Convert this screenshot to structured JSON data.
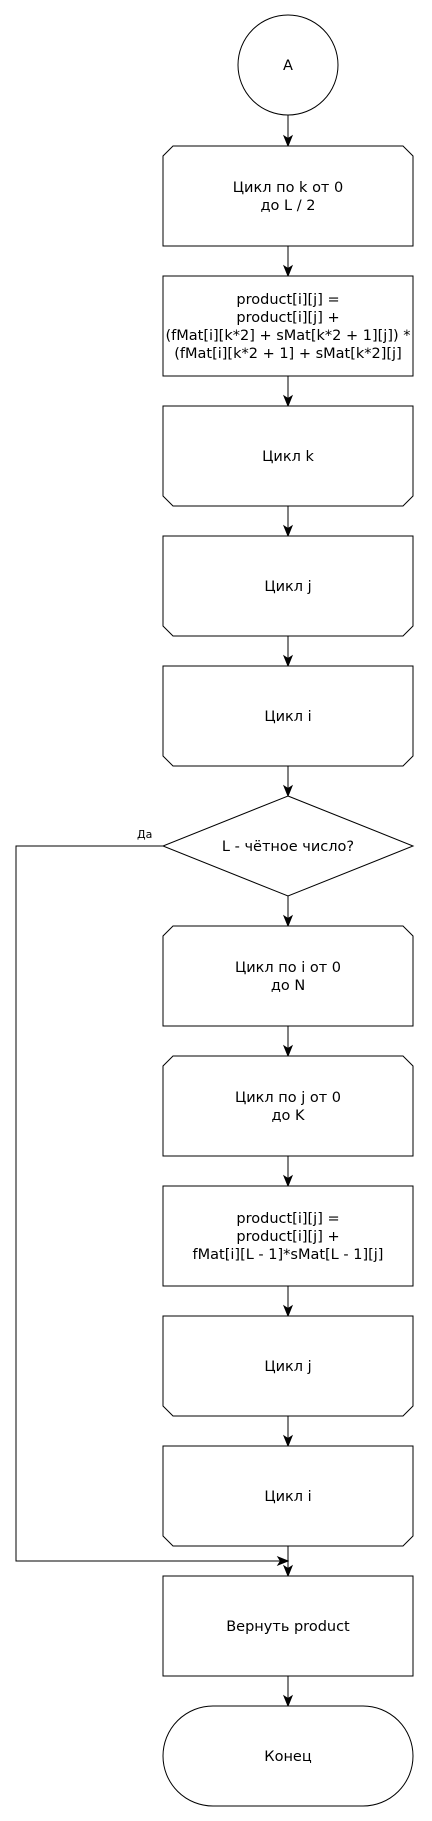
{
  "nodes": [
    {
      "id": "start",
      "type": "connector",
      "lines": [
        "A"
      ]
    },
    {
      "id": "loop_k_start",
      "type": "loop-start",
      "lines": [
        "Цикл по k от 0",
        "до L / 2"
      ]
    },
    {
      "id": "calc_1",
      "type": "process",
      "lines": [
        "product[i][j] =",
        "product[i][j] +",
        "(fMat[i][k*2] + sMat[k*2 + 1][j]) *",
        "(fMat[i][k*2 + 1] + sMat[k*2][j]"
      ]
    },
    {
      "id": "loop_k_end",
      "type": "loop-end",
      "lines": [
        "Цикл k"
      ]
    },
    {
      "id": "loop_j_end_1",
      "type": "loop-end",
      "lines": [
        "Цикл j"
      ]
    },
    {
      "id": "loop_i_end_1",
      "type": "loop-end",
      "lines": [
        "Цикл i"
      ]
    },
    {
      "id": "decision",
      "type": "decision",
      "lines": [
        "L - чётное число?"
      ]
    },
    {
      "id": "loop_i_start",
      "type": "loop-start",
      "lines": [
        "Цикл по i от 0",
        "до N"
      ]
    },
    {
      "id": "loop_j_start",
      "type": "loop-start",
      "lines": [
        "Цикл по j от 0",
        "до K"
      ]
    },
    {
      "id": "calc_2",
      "type": "process",
      "lines": [
        "product[i][j] =",
        "product[i][j] +",
        "fMat[i][L - 1]*sMat[L - 1][j]"
      ]
    },
    {
      "id": "loop_j_end_2",
      "type": "loop-end",
      "lines": [
        "Цикл j"
      ]
    },
    {
      "id": "loop_i_end_2",
      "type": "loop-end",
      "lines": [
        "Цикл i"
      ]
    },
    {
      "id": "return",
      "type": "process",
      "lines": [
        "Вернуть product"
      ]
    },
    {
      "id": "end",
      "type": "terminator",
      "lines": [
        "Конец"
      ]
    }
  ],
  "yes_branch_label": "Да"
}
